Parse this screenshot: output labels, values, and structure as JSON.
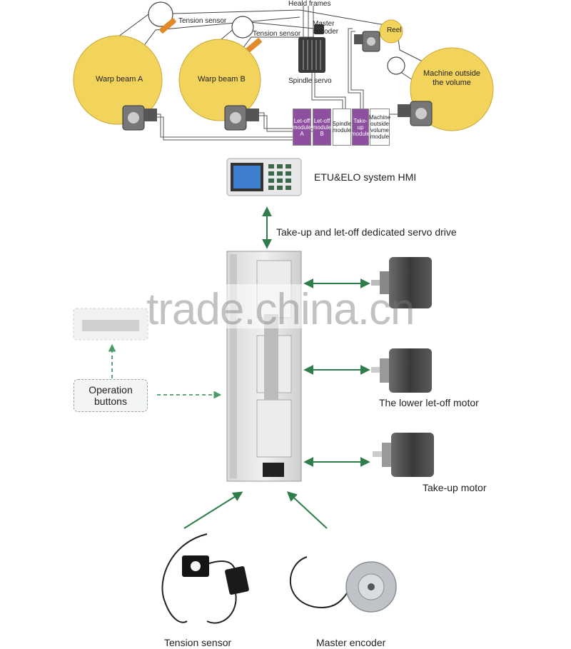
{
  "top_labels": {
    "heald_frames": "Heald frames",
    "tension_sensor_1": "Tension sensor",
    "tension_sensor_2": "Tension sensor",
    "master_encoder_line1": "Master",
    "master_encoder_line2": "encoder",
    "reel": "Reel",
    "warp_beam_a": "Warp beam A",
    "warp_beam_b": "Warp beam B",
    "spindle_servo": "Spindle servo",
    "machine_outside_line1": "Machine outside",
    "machine_outside_line2": "the volume"
  },
  "modules": [
    {
      "l1": "Let-off",
      "l2": "module",
      "l3": "A",
      "l4": ""
    },
    {
      "l1": "Let-off",
      "l2": "module",
      "l3": "B",
      "l4": ""
    },
    {
      "l1": "Spindle",
      "l2": "module",
      "l3": "",
      "l4": ""
    },
    {
      "l1": "Take-up",
      "l2": "module",
      "l3": "",
      "l4": ""
    },
    {
      "l1": "Machine",
      "l2": "outside",
      "l3": "volume",
      "l4": "module"
    }
  ],
  "hmi_label": "ETU&ELO system HMI",
  "drive_label": "Take-up and let-off dedicated servo drive",
  "operation_buttons": {
    "line1": "Operation",
    "line2": "buttons"
  },
  "motors": {
    "lower_let_off": "The lower let-off motor",
    "take_up": "Take-up motor"
  },
  "bottom": {
    "tension_sensor": "Tension sensor",
    "master_encoder": "Master encoder"
  },
  "watermark": "trade.china.cn",
  "colors": {
    "beam_yellow": "#f2d35c",
    "module_purple": "#8e4fa0",
    "arrow_green": "#2e7d4a",
    "sensor_orange": "#e08a2a"
  }
}
